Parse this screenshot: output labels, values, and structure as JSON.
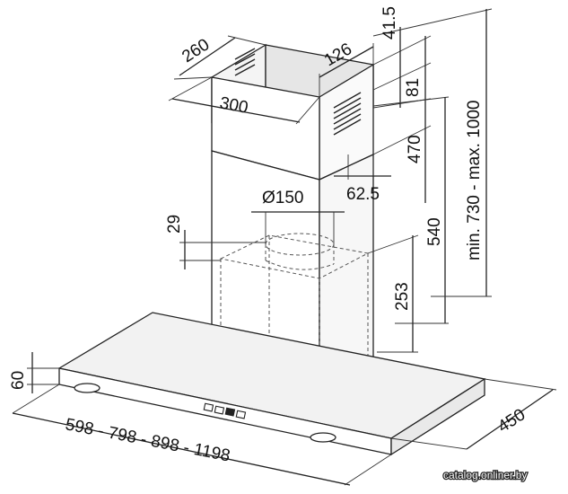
{
  "diagram": {
    "dimensions": {
      "chimney_depth": "260",
      "chimney_width": "300",
      "chimney_side": "126",
      "top_offset": "41.5",
      "vent_height": "81",
      "upper_height": "470",
      "outlet_diameter": "Ø150",
      "outlet_offset": "62.5",
      "motor_top": "29",
      "height_540": "540",
      "motor_height": "253",
      "total_height": "min. 730 - max. 1000",
      "canopy_thickness": "60",
      "canopy_depth": "450",
      "canopy_width": "598 - 798 - 898 - 1198"
    },
    "watermark": "catalog.onliner.by"
  }
}
